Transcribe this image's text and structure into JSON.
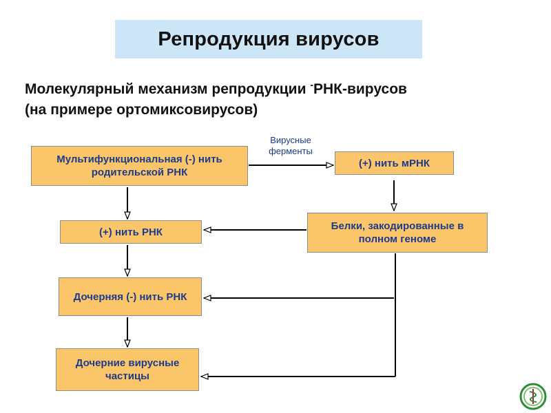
{
  "slide": {
    "title": "Репродукция вирусов",
    "subtitle_part1": "Молекулярный механизм репродукции ",
    "subtitle_sup": "-",
    "subtitle_part2": "РНК-вирусов",
    "subtitle_line2": "(на примере ортомиксовирусов)"
  },
  "diagram": {
    "boxes": {
      "parent_rna": "Мультифункциональная (-) нить родительской РНК",
      "mrna": "(+) нить мРНК",
      "proteins": "Белки, закодированные в полном геноме",
      "plus_rna": "(+) нить РНК",
      "daughter_rna": "Дочерняя (-) нить РНК",
      "daughter_particles": "Дочерние вирусные частицы"
    },
    "enzyme_label_line1": "Вирусные",
    "enzyme_label_line2": "ферменты"
  },
  "colors": {
    "title_bg": "#cce6f8",
    "box_fill": "#fbc66a",
    "box_text": "#1e3a8a",
    "arrow": "#000000"
  },
  "icons": {
    "logo": "medical-emblem-icon"
  }
}
